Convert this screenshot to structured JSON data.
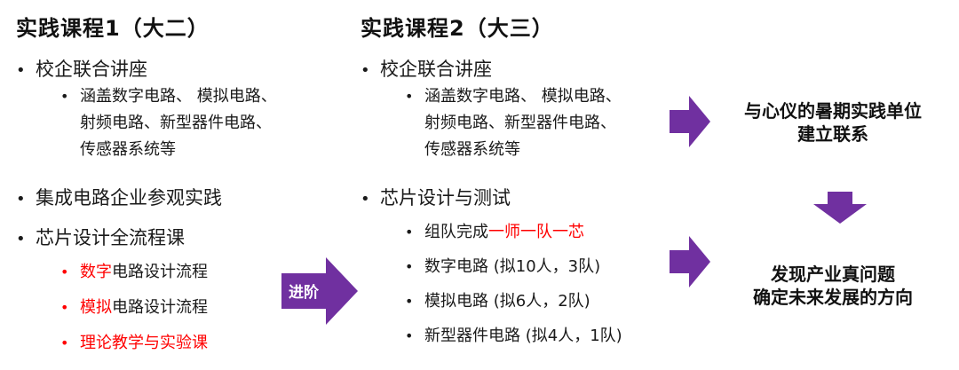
{
  "colors": {
    "arrow": "#7030a0",
    "highlight": "#ff0000",
    "text": "#1a1a1a"
  },
  "bullet": "•",
  "left": {
    "title": "实践课程1（大二）",
    "item1": "校企联合讲座",
    "item1_sub": [
      "涵盖数字电路、 模拟电路、",
      "射频电路、新型器件电路、",
      "传感器系统等"
    ],
    "item2": "集成电路企业参观实践",
    "item3": "芯片设计全流程课",
    "item3_sub": [
      {
        "red": "数字",
        "rest": "电路设计流程"
      },
      {
        "red": "模拟",
        "rest": "电路设计流程"
      },
      {
        "red": "理论教学与实验课",
        "rest": ""
      }
    ]
  },
  "advance": {
    "label": "进阶"
  },
  "middle": {
    "title": "实践课程2（大三）",
    "item1": "校企联合讲座",
    "item1_sub": [
      "涵盖数字电路、 模拟电路、",
      "射频电路、新型器件电路、",
      "传感器系统等"
    ],
    "item2": "芯片设计与测试",
    "item2_sub": [
      {
        "text": "组队完成",
        "red": "一师一队一芯"
      },
      {
        "text": "数字电路 (拟10人，3队)",
        "red": ""
      },
      {
        "text": "模拟电路 (拟6人，2队)",
        "red": ""
      },
      {
        "text": "新型器件电路 (拟4人，1队)",
        "red": ""
      }
    ]
  },
  "right": {
    "result1": [
      "与心仪的暑期实践单位",
      "建立联系"
    ],
    "result2": [
      "发现产业真问题",
      "确定未来发展的方向"
    ]
  }
}
